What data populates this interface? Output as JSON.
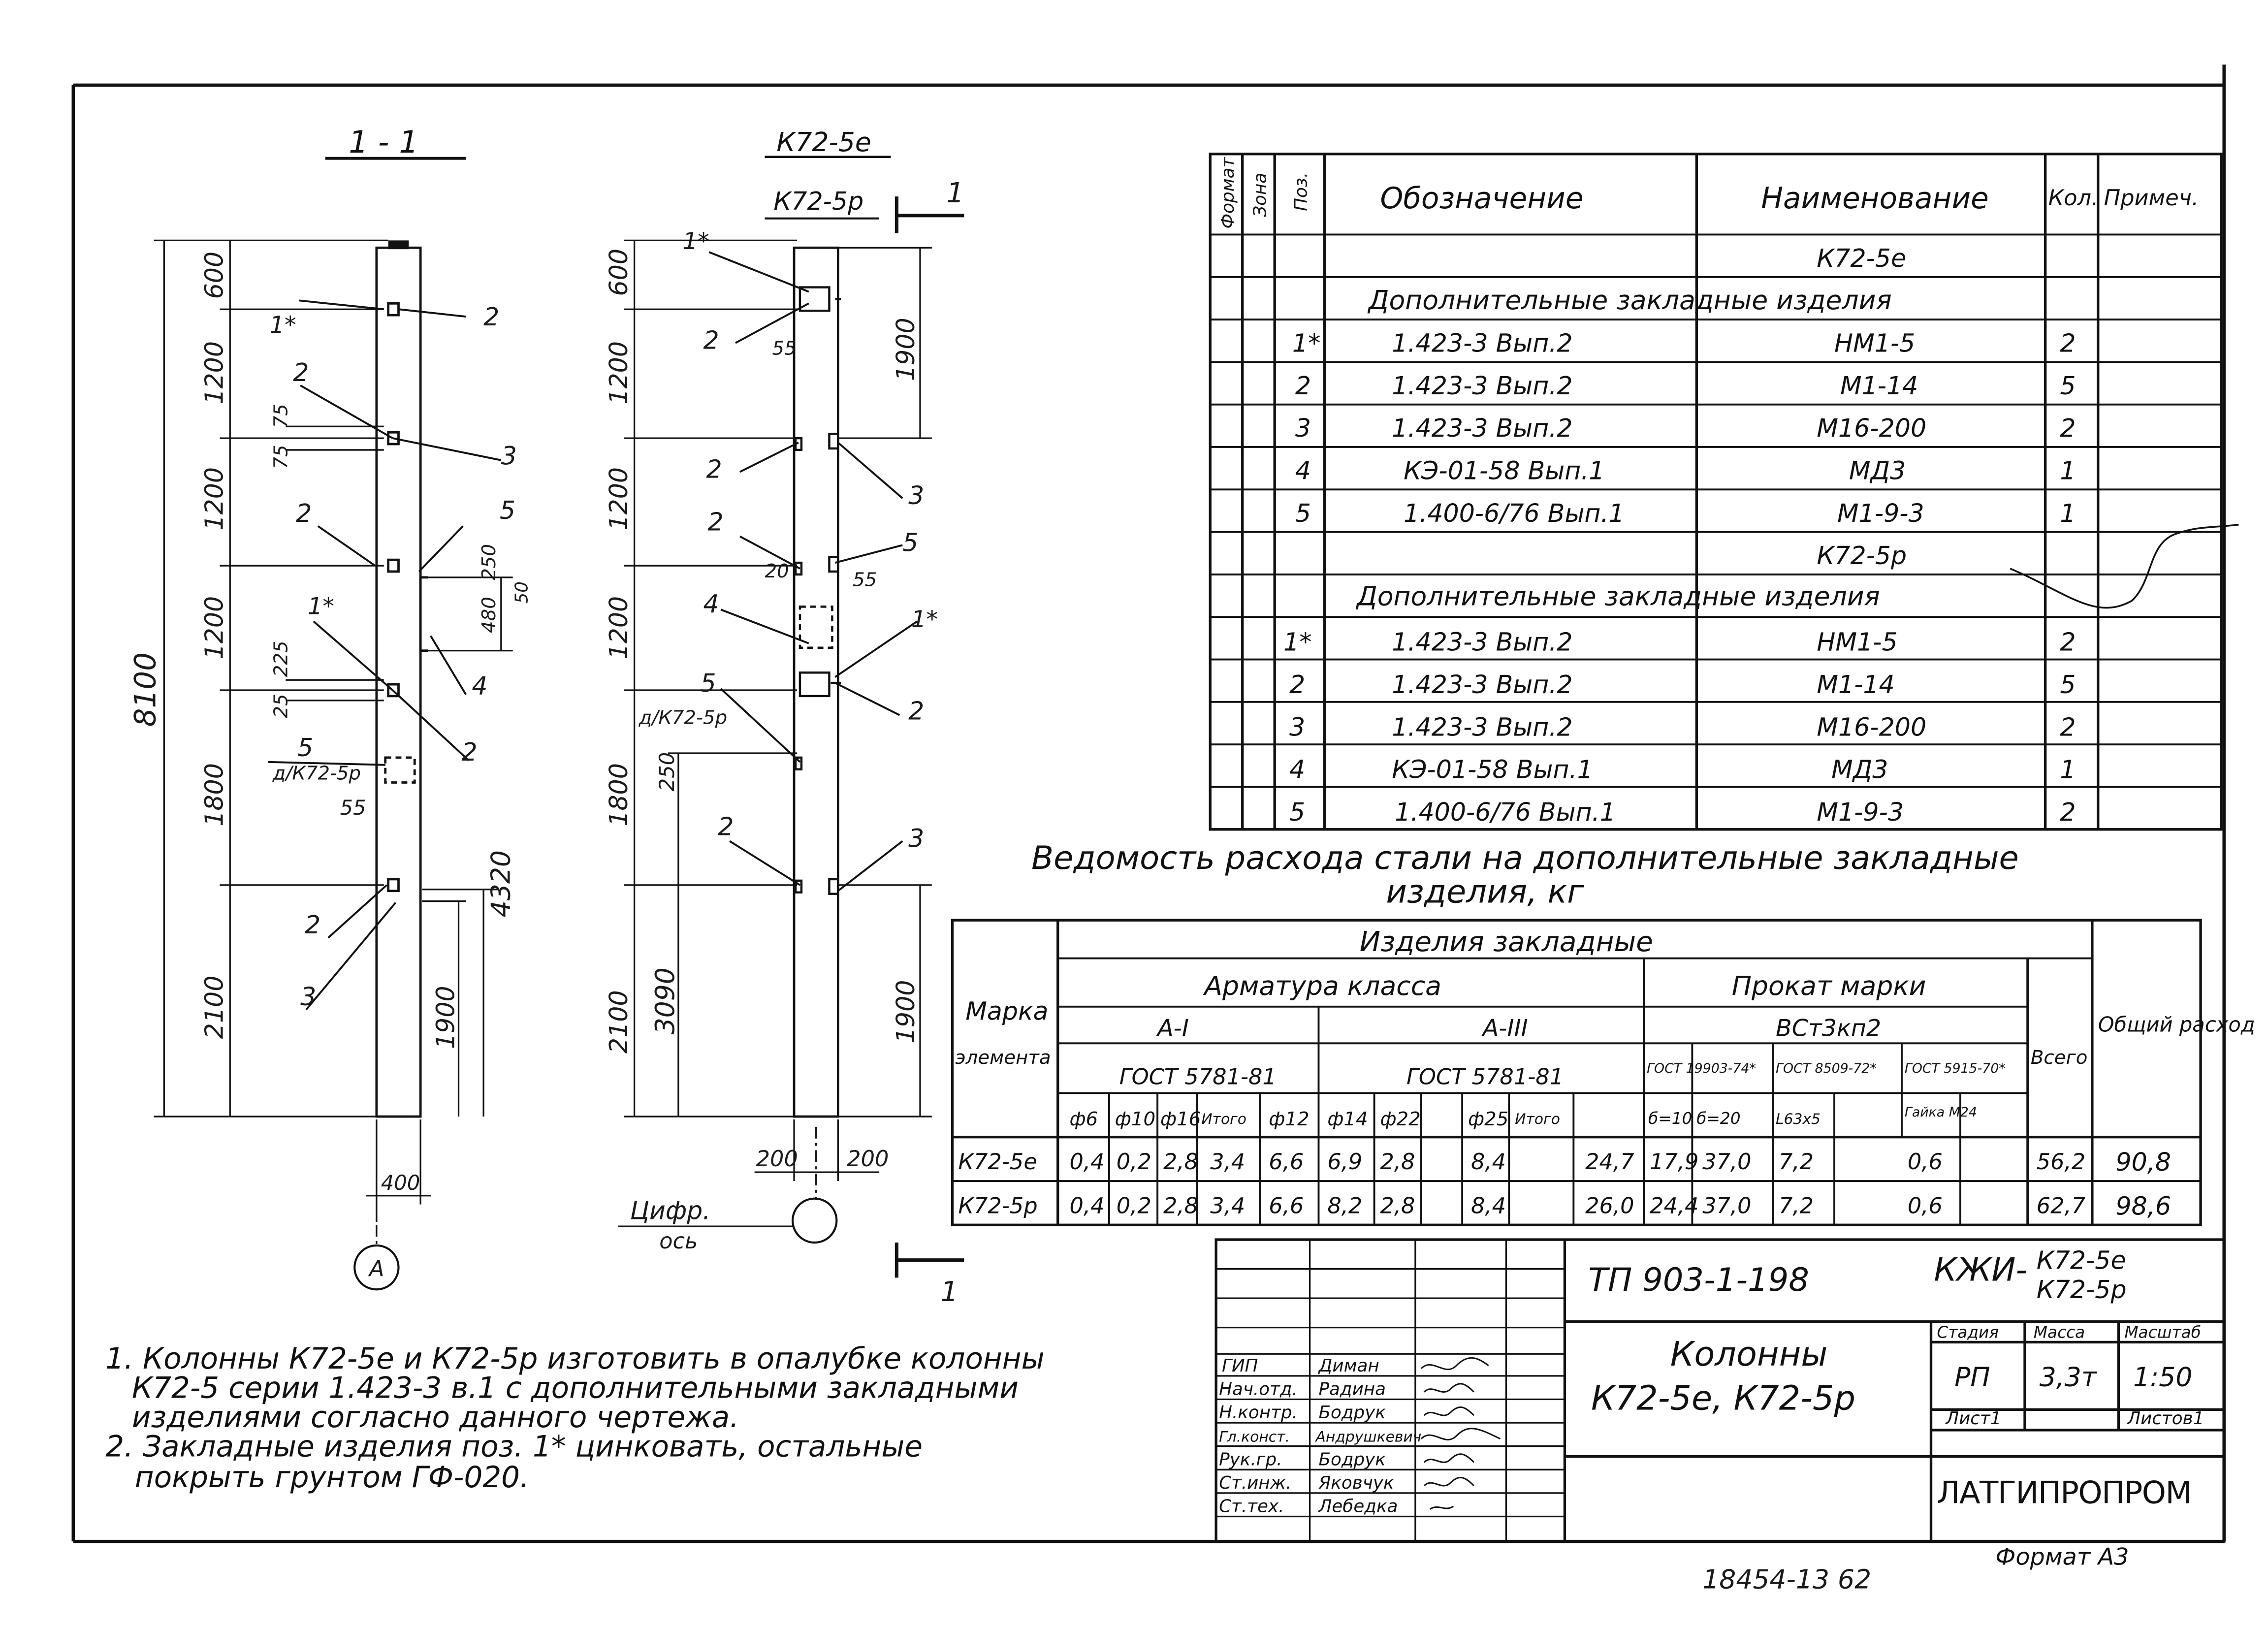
{
  "left_view": {
    "section_title": "1 - 1",
    "overall_dim": "8100",
    "dims_left": [
      "600",
      "1200",
      "1200",
      "1200",
      "1800",
      "2100"
    ],
    "small_dims": [
      "75",
      "75",
      "25",
      "225"
    ],
    "dims_right": [
      "250",
      "480",
      "50",
      "4320",
      "1900"
    ],
    "width_dim": "400",
    "axis_label": "А",
    "note_5": "д/К72-5р",
    "note_55": "55",
    "callouts": [
      "1*",
      "2",
      "2",
      "3",
      "2",
      "5",
      "1*",
      "4",
      "2",
      "5",
      "2",
      "3"
    ]
  },
  "right_view": {
    "title_top": "К72-5е",
    "title_sub": "К72-5р",
    "section_mark": "1",
    "dims_left": [
      "600",
      "1200",
      "1200",
      "1200",
      "1800",
      "2100"
    ],
    "inner_dims": [
      "250",
      "3090"
    ],
    "dims_right": [
      "1900",
      "1900"
    ],
    "small": [
      "55",
      "20",
      "55"
    ],
    "note_5": "д/К72-5р",
    "bottom_dims": [
      "200",
      "200"
    ],
    "axis_note_1": "Цифр.",
    "axis_note_2": "ось",
    "section_mark_bottom": "1",
    "callouts": [
      "1*",
      "2",
      "2",
      "3",
      "2",
      "5",
      "4",
      "1*",
      "5",
      "2",
      "2",
      "3"
    ]
  },
  "spec": {
    "headers": [
      "Формат",
      "Зона",
      "Поз.",
      "Обозначение",
      "Наименование",
      "Кол.",
      "Примеч."
    ],
    "groups": [
      {
        "mark": "К72-5е",
        "title": "Дополнительные закладные изделия",
        "rows": [
          {
            "pos": "1*",
            "designation": "1.423-3 Вып.2",
            "name": "НМ1-5",
            "qty": "2"
          },
          {
            "pos": "2",
            "designation": "1.423-3 Вып.2",
            "name": "М1-14",
            "qty": "5"
          },
          {
            "pos": "3",
            "designation": "1.423-3 Вып.2",
            "name": "М16-200",
            "qty": "2"
          },
          {
            "pos": "4",
            "designation": "КЭ-01-58 Вып.1",
            "name": "МД3",
            "qty": "1"
          },
          {
            "pos": "5",
            "designation": "1.400-6/76 Вып.1",
            "name": "М1-9-3",
            "qty": "1"
          }
        ]
      },
      {
        "mark": "К72-5р",
        "title": "Дополнительные закладные изделия",
        "rows": [
          {
            "pos": "1*",
            "designation": "1.423-3 Вып.2",
            "name": "НМ1-5",
            "qty": "2"
          },
          {
            "pos": "2",
            "designation": "1.423-3 Вып.2",
            "name": "М1-14",
            "qty": "5"
          },
          {
            "pos": "3",
            "designation": "1.423-3 Вып.2",
            "name": "М16-200",
            "qty": "2"
          },
          {
            "pos": "4",
            "designation": "КЭ-01-58 Вып.1",
            "name": "МД3",
            "qty": "1"
          },
          {
            "pos": "5",
            "designation": "1.400-6/76 Вып.1",
            "name": "М1-9-3",
            "qty": "2"
          }
        ]
      }
    ]
  },
  "steel": {
    "title_1": "Ведомость расхода стали на дополнительные закладные",
    "title_2": "изделия, кг",
    "h_main": "Изделия закладные",
    "h_mark": "Марка",
    "h_mark2": "элемента",
    "h_armature": "Арматура класса",
    "h_a1": "А-I",
    "h_a3": "А-III",
    "h_gost_a1": "ГОСТ 5781-81",
    "h_gost_a3": "ГОСТ 5781-81",
    "h_rolled": "Прокат марки",
    "h_vst": "ВСт3кп2",
    "h_gost_r1": "ГОСТ 19903-74*",
    "h_gost_r2": "ГОСТ 8509-72*",
    "h_gost_r3": "ГОСТ 5915-70*",
    "h_total": "Всего",
    "h_common": "Общий расход",
    "sub": [
      "ф6",
      "ф10",
      "ф16",
      "Итого",
      "ф12",
      "ф14",
      "ф22",
      "ф25",
      "Итого",
      "б=10",
      "б=20",
      "L63х5",
      "",
      "Гайка М24",
      ""
    ],
    "rows": [
      {
        "mark": "К72-5е",
        "v": [
          "0,4",
          "0,2",
          "2,8",
          "3,4",
          "6,6",
          "6,9",
          "2,8",
          "8,4",
          "24,7",
          "17,9",
          "37,0",
          "7,2",
          "",
          "0,6",
          "",
          "56,2",
          "90,8"
        ]
      },
      {
        "mark": "К72-5р",
        "v": [
          "0,4",
          "0,2",
          "2,8",
          "3,4",
          "6,6",
          "8,2",
          "2,8",
          "8,4",
          "26,0",
          "24,4",
          "37,0",
          "7,2",
          "",
          "0,6",
          "",
          "62,7",
          "98,6"
        ]
      }
    ]
  },
  "notes": [
    "1. Колонны К72-5е и К72-5р изготовить в опалубке колонны",
    "К72-5 серии 1.423-3 в.1 с дополнительными закладными",
    "изделиями согласно данного чертежа.",
    "2. Закладные изделия поз. 1* цинковать, остальные",
    "покрыть грунтом ГФ-020."
  ],
  "stamp": {
    "project": "ТП 903-1-198",
    "code": "КЖИ-",
    "code_m1": "К72-5е",
    "code_m2": "К72-5р",
    "title_1": "Колонны",
    "title_2": "К72-5е, К72-5р",
    "h_stage": "Стадия",
    "h_mass": "Масса",
    "h_scale": "Масштаб",
    "stage": "РП",
    "mass": "3,3т",
    "scale": "1:50",
    "sheet": "Лист1",
    "sheets": "Листов1",
    "org": "ЛАТГИПРОПРОМ",
    "signatories": [
      {
        "role": "ГИП",
        "name": "Диман"
      },
      {
        "role": "Нач.отд.",
        "name": "Радина"
      },
      {
        "role": "Н.контр.",
        "name": "Бодрук"
      },
      {
        "role": "Гл.конст.",
        "name": "Андрушкевич"
      },
      {
        "role": "Рук.гр.",
        "name": "Бодрук"
      },
      {
        "role": "Ст.инж.",
        "name": "Яковчук"
      },
      {
        "role": "Ст.тех.",
        "name": "Лебедка"
      }
    ]
  },
  "footer": {
    "format": "Формат А3",
    "inventory": "18454-13 62"
  }
}
